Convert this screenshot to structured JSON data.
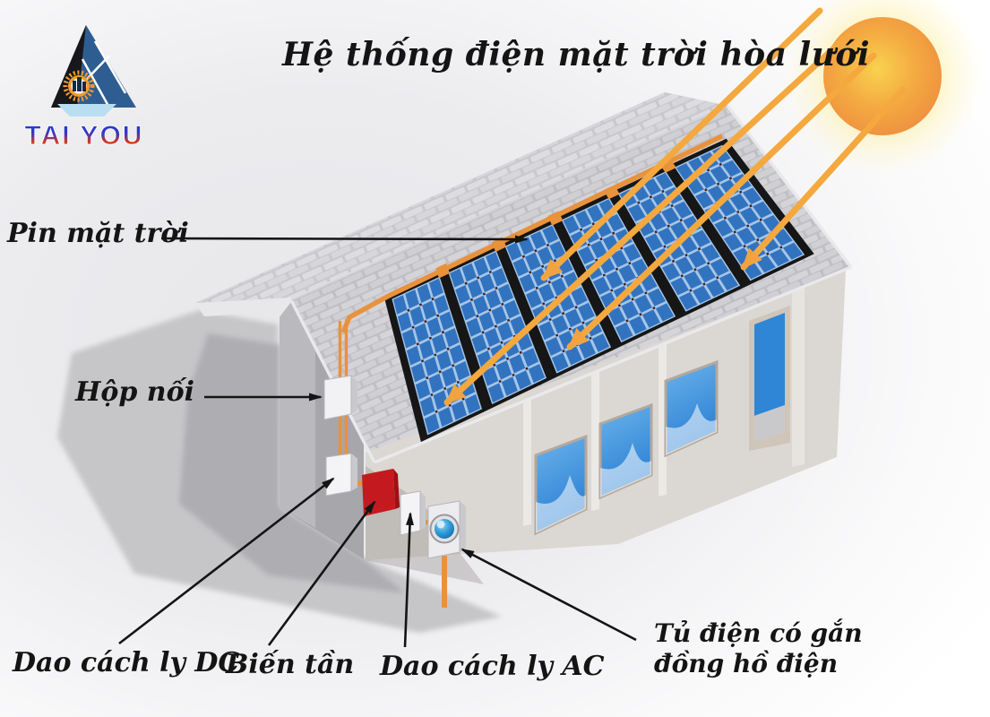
{
  "title": "Hệ thống điện mặt trời hòa lưới",
  "logo": {
    "name": "TAI YOU"
  },
  "labels": {
    "solar_panel": "Pin mặt trời",
    "junction_box": "Hộp nối",
    "dc_isolator": "Dao cách ly DC",
    "inverter": "Biến tần",
    "ac_isolator": "Dao cách ly AC",
    "meter_cabinet_line1": "Tủ điện có gắn",
    "meter_cabinet_line2": "đồng hồ điện"
  },
  "colors": {
    "wire_orange": "#e8923c",
    "panel_cell_blue": "#3273c0",
    "panel_grid_blue": "#a6c6e6",
    "panel_frame_black": "#161616",
    "cell_dot": "#4a1d1d",
    "inverter_red": "#c41a1f",
    "sun_orange": "#ee9040",
    "ray_orange": "#f4a83e",
    "meter_blue": "#2196d4",
    "arrow_black": "#141414"
  }
}
